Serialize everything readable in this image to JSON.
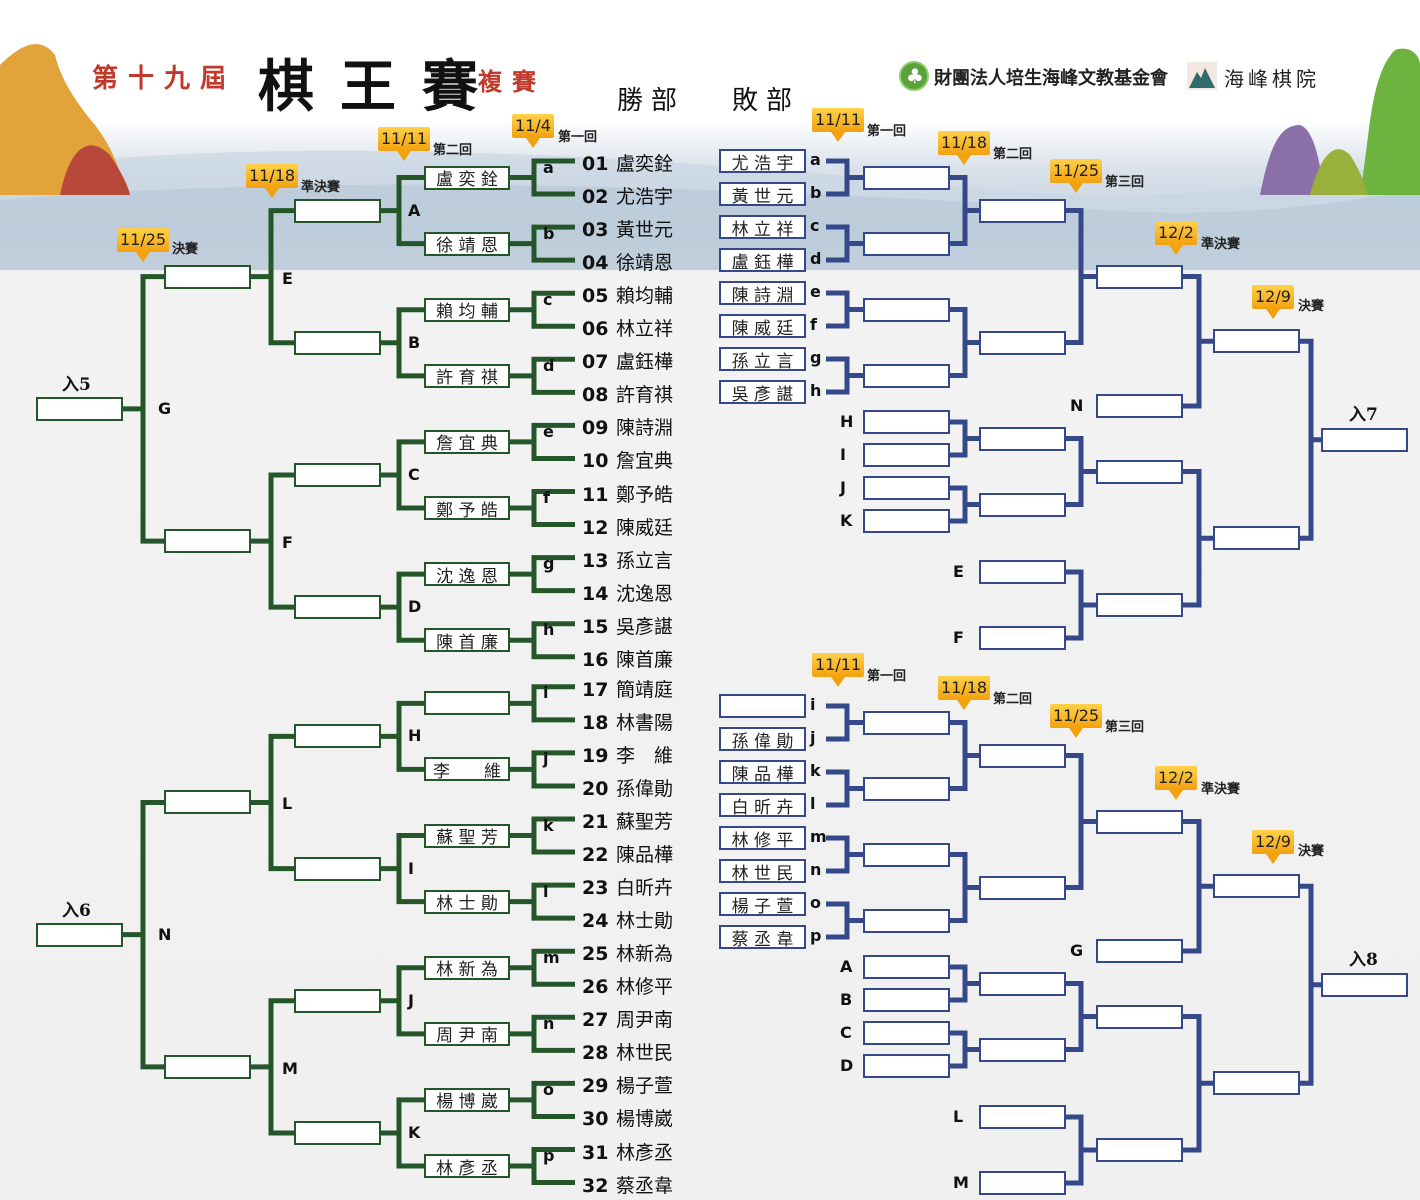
{
  "header": {
    "edition": "第十九屆",
    "event": "棋王賽",
    "stage": "複賽",
    "sponsor": "財團法人培生海峰文教基金會",
    "brand": "海峰棋院",
    "winners_section": "勝部",
    "losers_section": "敗部"
  },
  "colors": {
    "winners_line": "#25562a",
    "losers_line": "#34488a",
    "bubble": "#f2a10f",
    "title_red": "#c0392b"
  },
  "winners": {
    "entrants": [
      {
        "num": "01",
        "name": "盧奕銓"
      },
      {
        "num": "02",
        "name": "尤浩宇"
      },
      {
        "num": "03",
        "name": "黃世元"
      },
      {
        "num": "04",
        "name": "徐靖恩"
      },
      {
        "num": "05",
        "name": "賴均輔"
      },
      {
        "num": "06",
        "name": "林立祥"
      },
      {
        "num": "07",
        "name": "盧鈺樺"
      },
      {
        "num": "08",
        "name": "許育祺"
      },
      {
        "num": "09",
        "name": "陳詩淵"
      },
      {
        "num": "10",
        "name": "詹宜典"
      },
      {
        "num": "11",
        "name": "鄭予皓"
      },
      {
        "num": "12",
        "name": "陳威廷"
      },
      {
        "num": "13",
        "name": "孫立言"
      },
      {
        "num": "14",
        "name": "沈逸恩"
      },
      {
        "num": "15",
        "name": "吳彥諶"
      },
      {
        "num": "16",
        "name": "陳首廉"
      },
      {
        "num": "17",
        "name": "簡靖庭"
      },
      {
        "num": "18",
        "name": "林書陽"
      },
      {
        "num": "19",
        "name": "李　維"
      },
      {
        "num": "20",
        "name": "孫偉勛"
      },
      {
        "num": "21",
        "name": "蘇聖芳"
      },
      {
        "num": "22",
        "name": "陳品樺"
      },
      {
        "num": "23",
        "name": "白昕卉"
      },
      {
        "num": "24",
        "name": "林士勛"
      },
      {
        "num": "25",
        "name": "林新為"
      },
      {
        "num": "26",
        "name": "林修平"
      },
      {
        "num": "27",
        "name": "周尹南"
      },
      {
        "num": "28",
        "name": "林世民"
      },
      {
        "num": "29",
        "name": "楊子萱"
      },
      {
        "num": "30",
        "name": "楊博崴"
      },
      {
        "num": "31",
        "name": "林彥丞"
      },
      {
        "num": "32",
        "name": "蔡丞韋"
      }
    ],
    "round1_matches": [
      "a",
      "b",
      "c",
      "d",
      "e",
      "f",
      "g",
      "h",
      "i",
      "j",
      "k",
      "l",
      "m",
      "n",
      "o",
      "p"
    ],
    "round1_winners": [
      "盧 奕 銓",
      "徐 靖 恩",
      "賴 均 輔",
      "許 育 祺",
      "詹 宜 典",
      "鄭 予 皓",
      "沈 逸 恩",
      "陳 首 廉",
      "",
      "李　　維",
      "蘇 聖 芳",
      "林 士 勛",
      "林 新 為",
      "周 尹 南",
      "楊 博 崴",
      "林 彥 丞"
    ],
    "round2_matches": [
      "A",
      "B",
      "C",
      "D",
      "H",
      "I",
      "J",
      "K"
    ],
    "round2_winners": [
      "",
      "",
      "",
      "",
      "",
      "",
      "",
      ""
    ],
    "round3_matches": [
      "E",
      "F",
      "L",
      "M"
    ],
    "round3_winners": [
      "",
      "",
      "",
      ""
    ],
    "round4_matches": [
      "G",
      "N"
    ],
    "round4_winners": [
      "",
      ""
    ],
    "qualifiers": [
      "入5",
      "入6"
    ],
    "qualifier_values": [
      "",
      ""
    ],
    "schedule": [
      {
        "date": "11/4",
        "round": "第一回"
      },
      {
        "date": "11/11",
        "round": "第二回"
      },
      {
        "date": "11/18",
        "round": "準決賽"
      },
      {
        "date": "11/25",
        "round": "決賽"
      }
    ]
  },
  "losers": {
    "top": {
      "entrants": [
        {
          "label": "a",
          "name": "尤 浩 宇"
        },
        {
          "label": "b",
          "name": "黃 世 元"
        },
        {
          "label": "c",
          "name": "林 立 祥"
        },
        {
          "label": "d",
          "name": "盧 鈺 樺"
        },
        {
          "label": "e",
          "name": "陳 詩 淵"
        },
        {
          "label": "f",
          "name": "陳 威 廷"
        },
        {
          "label": "g",
          "name": "孫 立 言"
        },
        {
          "label": "h",
          "name": "吳 彥 諶"
        }
      ],
      "drop_ins_r3": [
        "H",
        "I",
        "J",
        "K"
      ],
      "drop_ins_r5": [
        "E",
        "F"
      ],
      "drop_in_semi": "N",
      "qualifier": "入7",
      "schedule": [
        {
          "date": "11/11",
          "round": "第一回"
        },
        {
          "date": "11/18",
          "round": "第二回"
        },
        {
          "date": "11/25",
          "round": "第三回"
        },
        {
          "date": "12/2",
          "round": "準決賽"
        },
        {
          "date": "12/9",
          "round": "決賽"
        }
      ]
    },
    "bottom": {
      "entrants": [
        {
          "label": "i",
          "name": ""
        },
        {
          "label": "j",
          "name": "孫 偉 勛"
        },
        {
          "label": "k",
          "name": "陳 品 樺"
        },
        {
          "label": "l",
          "name": "白 昕 卉"
        },
        {
          "label": "m",
          "name": "林 修 平"
        },
        {
          "label": "n",
          "name": "林 世 民"
        },
        {
          "label": "o",
          "name": "楊 子 萱"
        },
        {
          "label": "p",
          "name": "蔡 丞 韋"
        }
      ],
      "drop_ins_r3": [
        "A",
        "B",
        "C",
        "D"
      ],
      "drop_ins_r5": [
        "L",
        "M"
      ],
      "drop_in_semi": "G",
      "qualifier": "入8",
      "schedule": [
        {
          "date": "11/11",
          "round": "第一回"
        },
        {
          "date": "11/18",
          "round": "第二回"
        },
        {
          "date": "11/25",
          "round": "第三回"
        },
        {
          "date": "12/2",
          "round": "準決賽"
        },
        {
          "date": "12/9",
          "round": "決賽"
        }
      ]
    }
  }
}
